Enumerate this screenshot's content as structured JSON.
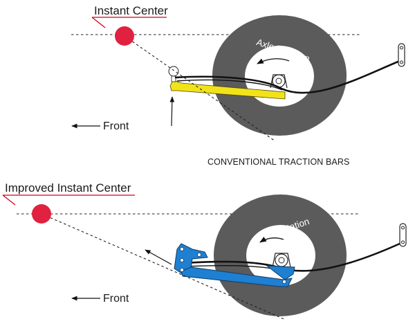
{
  "top_panel": {
    "instant_center_label": "Instant Center",
    "axle_rotation_label": "Axle Rotation",
    "front_label": "Front",
    "caption": "CONVENTIONAL TRACTION BARS"
  },
  "bottom_panel": {
    "instant_center_label": "Improved Instant Center",
    "axle_rotation_label": "Axle Rotation",
    "front_label": "Front"
  },
  "colors": {
    "instant_center_dot": "#e0213f",
    "callout_underline": "#d4001a",
    "tire": "#5b5b5b",
    "rim": "#ffffff",
    "conventional_bar": "#f2e21a",
    "improved_bar": "#1f7fd1",
    "spring": "#111111"
  },
  "icons": {
    "rotation_arrow": "curved-arrow-icon",
    "front_arrow": "left-arrow-icon",
    "shackle": "spring-shackle-icon"
  }
}
